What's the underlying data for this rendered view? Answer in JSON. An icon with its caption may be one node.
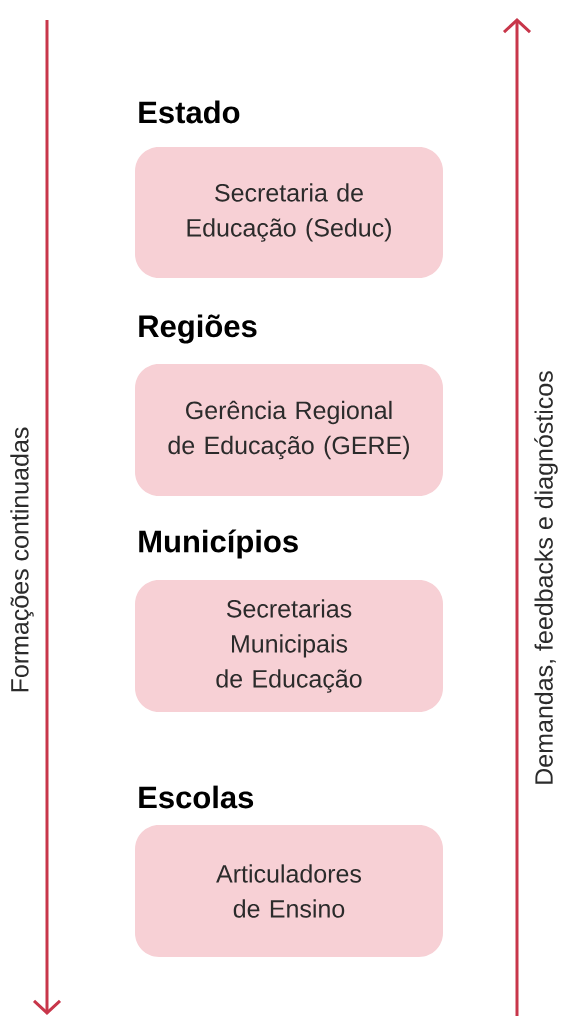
{
  "diagram": {
    "nodes": [
      {
        "text": [
          "Estado",
          "Secretaria de Educação (Seduc)"
        ]
      },
      {
        "text": [
          "Regiões",
          "Gerência Regional de Educação (GERE)"
        ]
      },
      {
        "text": [
          "Municípios",
          "Secretarias Municipais de Educação"
        ]
      },
      {
        "text": [
          "Escolas",
          "Articuladores de Ensino"
        ]
      }
    ],
    "labels": [
      "Formações continuadas",
      "Demandas, feedbacks e diagnósticos"
    ]
  }
}
